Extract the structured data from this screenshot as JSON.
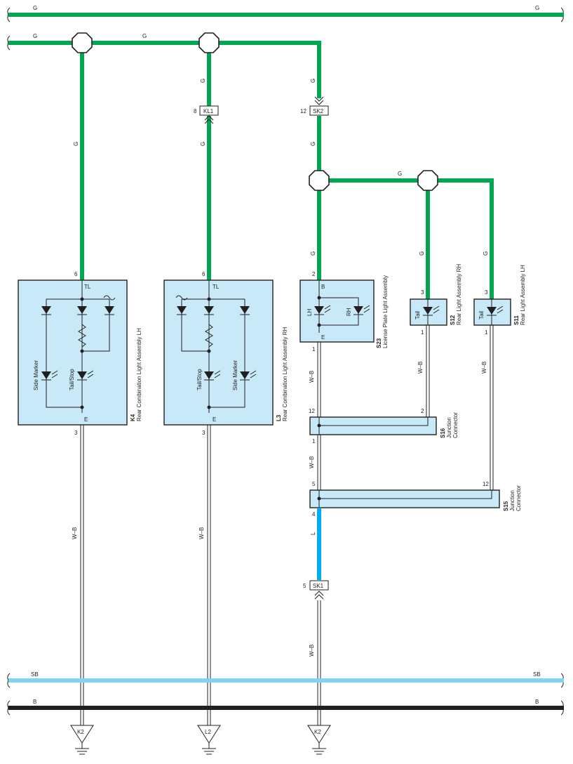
{
  "colors": {
    "G": "#00a650",
    "SB": "#7fd3f5",
    "B": "#231f20",
    "L": "#00aeef",
    "component_fill": "#c7e9f8"
  },
  "wires": {
    "top_bus": {
      "left": "G",
      "right": "G"
    },
    "second_bus": {
      "left": "G",
      "mid": "G"
    },
    "vertical_g": [
      "G",
      "G",
      "G",
      "G",
      "G",
      "G",
      "G",
      "G",
      "G"
    ],
    "wb": [
      "W–B",
      "W–B",
      "W–B",
      "W–B",
      "W–B",
      "W–B",
      "W–B"
    ],
    "l": "L",
    "sb_bus": {
      "left": "SB",
      "right": "SB"
    },
    "b_bus": {
      "left": "B",
      "right": "B"
    }
  },
  "connectors": {
    "kl1": {
      "name": "KL1",
      "pin": "8"
    },
    "sk2": {
      "name": "SK2",
      "pin": "12"
    },
    "sk1": {
      "name": "SK1",
      "pin": "5"
    }
  },
  "components": {
    "k4": {
      "code": "K4",
      "name": "Rear Combination Light Assembly LH",
      "pin_top": "6",
      "term_top": "TL",
      "pin_bottom": "3",
      "term_bottom": "E",
      "side_marker": "Side Marker",
      "tail_stop": "Tail/Stop"
    },
    "l3": {
      "code": "L3",
      "name": "Rear Combination Light Assembly RH",
      "pin_top": "6",
      "term_top": "TL",
      "pin_bottom": "3",
      "term_bottom": "E",
      "side_marker": "Side Marker",
      "tail_stop": "Tail/Stop"
    },
    "s23": {
      "code": "S23",
      "name": "License Plate Light Assembly",
      "pin_top": "2",
      "term_top": "B",
      "pin_bottom": "1",
      "term_bottom": "E",
      "lh": "LH",
      "rh": "RH"
    },
    "s12": {
      "code": "S12",
      "name": "Rear Light Assembly RH",
      "pin_top": "3",
      "pin_bottom": "1",
      "label": "Tail"
    },
    "s11": {
      "code": "S11",
      "name": "Rear Light Assembly LH",
      "pin_top": "3",
      "pin_bottom": "1",
      "label": "Tail"
    },
    "s16": {
      "code": "S16",
      "name_line1": "Junction",
      "name_line2": "Connector",
      "pin_left_top": "12",
      "pin_left_bottom": "1",
      "pin_right": "2"
    },
    "s15": {
      "code": "S15",
      "name_line1": "Junction",
      "name_line2": "Connector",
      "pin_left_top": "5",
      "pin_left_bottom": "4",
      "pin_right": "12"
    }
  },
  "grounds": [
    "K2",
    "L2",
    "K2"
  ]
}
